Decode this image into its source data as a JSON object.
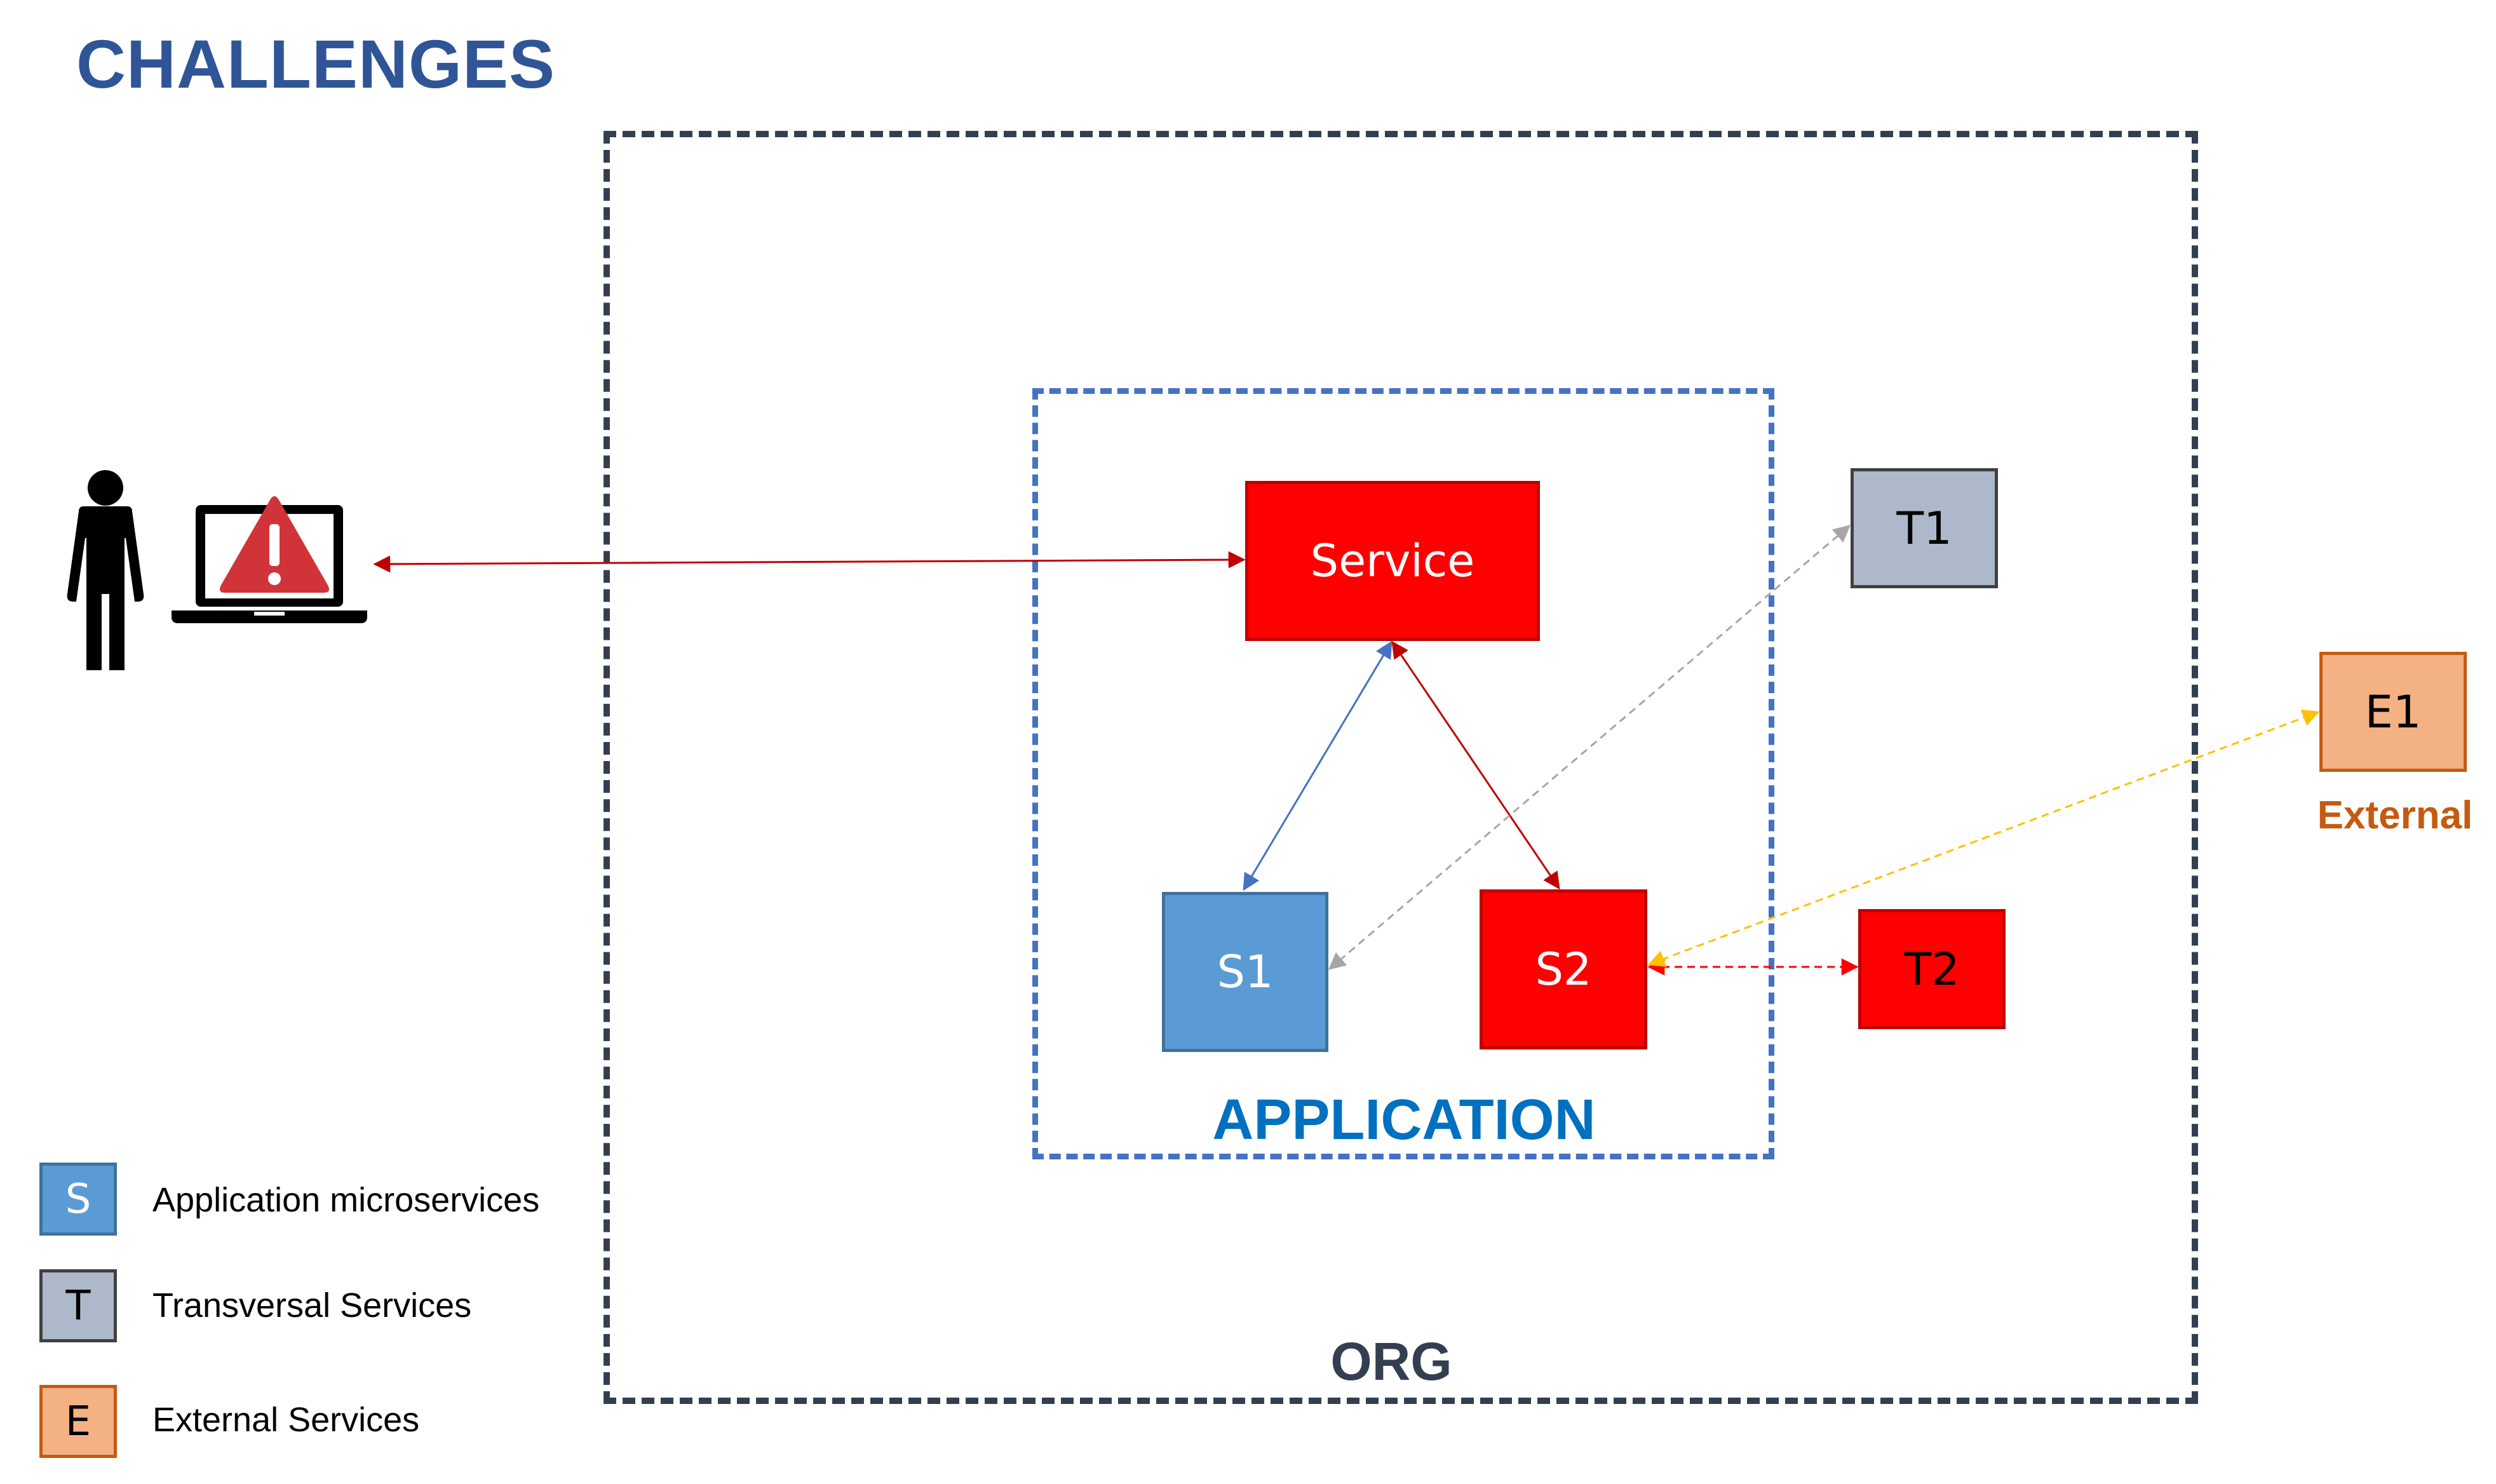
{
  "title": "CHALLENGES",
  "zones": {
    "org": {
      "label": "ORG"
    },
    "application": {
      "label": "APPLICATION"
    }
  },
  "nodes": {
    "service": {
      "label": "Service"
    },
    "s1": {
      "label": "S1"
    },
    "s2": {
      "label": "S2"
    },
    "t1": {
      "label": "T1"
    },
    "t2": {
      "label": "T2"
    },
    "e1": {
      "label": "E1"
    }
  },
  "external_label": "External",
  "legend": [
    {
      "key": "S",
      "label": "Application microservices"
    },
    {
      "key": "T",
      "label": "Transversal Services"
    },
    {
      "key": "E",
      "label": "External Services"
    }
  ],
  "icons": {
    "user": "person-icon",
    "laptop": "laptop-icon",
    "alert": "warning-triangle-icon"
  },
  "colors": {
    "title": "#2f5597",
    "org_border": "#333f50",
    "org_label": "#333f50",
    "application_border": "#4472c4",
    "application_label": "#0070c0",
    "red_service": "#ff0000",
    "red_border": "#c00000",
    "app_microservice": "#5b9bd5",
    "app_microservice_border": "#41719c",
    "transversal": "#adb9ca",
    "transversal_border": "#404040",
    "external": "#f4b183",
    "external_border": "#c55a11",
    "external_label": "#c55a11",
    "alert": "#d13438",
    "conn_user": "#c00000",
    "conn_s1": "#4472c4",
    "conn_s2": "#c00000",
    "conn_t1": "#a6a6a6",
    "conn_t2": "#ff0000",
    "conn_e1": "#ffc000"
  },
  "connections": [
    {
      "from": "user",
      "to": "service",
      "style": "solid",
      "color_key": "conn_user"
    },
    {
      "from": "service",
      "to": "s1",
      "style": "solid",
      "color_key": "conn_s1"
    },
    {
      "from": "service",
      "to": "s2",
      "style": "solid",
      "color_key": "conn_s2"
    },
    {
      "from": "s1",
      "to": "t1",
      "style": "dashed",
      "color_key": "conn_t1"
    },
    {
      "from": "s2",
      "to": "t2",
      "style": "dashed",
      "color_key": "conn_t2"
    },
    {
      "from": "s2",
      "to": "e1",
      "style": "dashed",
      "color_key": "conn_e1"
    }
  ]
}
